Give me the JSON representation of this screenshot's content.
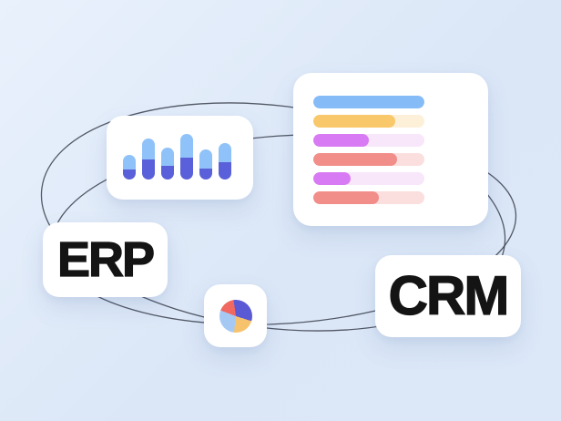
{
  "background": {
    "gradient_from": "#e9f1fc",
    "gradient_mid": "#dbe7f7",
    "gradient_to": "#dce8f8"
  },
  "colors": {
    "card_bg": "#ffffff",
    "orbit_line": "#3d4350",
    "label_text": "#141414",
    "bar_blue_light": "#8fc2f8",
    "bar_indigo": "#5a60d9",
    "task_blue": "#85bbf7",
    "task_orange": "#f9c86a",
    "task_orange_track": "#fcf0d9",
    "task_magenta": "#d87af3",
    "task_magenta_track": "#f8e6fb",
    "task_salmon": "#f28e89",
    "task_salmon_track": "#fbdfde",
    "pie_indigo": "#5a5ad5",
    "pie_yellow": "#f7c26c",
    "pie_blue": "#a6c9f4",
    "pie_red": "#f0685f"
  },
  "labels": {
    "erp": "ERP",
    "crm": "CRM"
  },
  "chart_data": [
    {
      "type": "bar",
      "title": "stacked column mini chart (decorative, no axes)",
      "categories": [
        "1",
        "2",
        "3",
        "4",
        "5",
        "6"
      ],
      "series": [
        {
          "name": "top-light-blue",
          "values": [
            16,
            23,
            20,
            26,
            21,
            21
          ]
        },
        {
          "name": "bottom-indigo",
          "values": [
            11,
            22,
            15,
            24,
            12,
            19
          ]
        }
      ],
      "unit": "px-height",
      "legend": "none"
    },
    {
      "type": "bar",
      "title": "horizontal progress bars (decorative, no labels)",
      "orientation": "horizontal",
      "rows": [
        {
          "color": "blue",
          "fill_pct": 100
        },
        {
          "color": "orange",
          "fill_pct": 74
        },
        {
          "color": "magenta",
          "fill_pct": 50
        },
        {
          "color": "salmon",
          "fill_pct": 75
        },
        {
          "color": "magenta",
          "fill_pct": 34
        },
        {
          "color": "salmon",
          "fill_pct": 59
        }
      ]
    },
    {
      "type": "pie",
      "title": "mini pie chart (decorative, no labels)",
      "start_angle_deg": -8,
      "slices": [
        {
          "name": "indigo",
          "pct": 32
        },
        {
          "name": "yellow",
          "pct": 22
        },
        {
          "name": "light-blue",
          "pct": 29
        },
        {
          "name": "red",
          "pct": 17
        }
      ]
    }
  ]
}
